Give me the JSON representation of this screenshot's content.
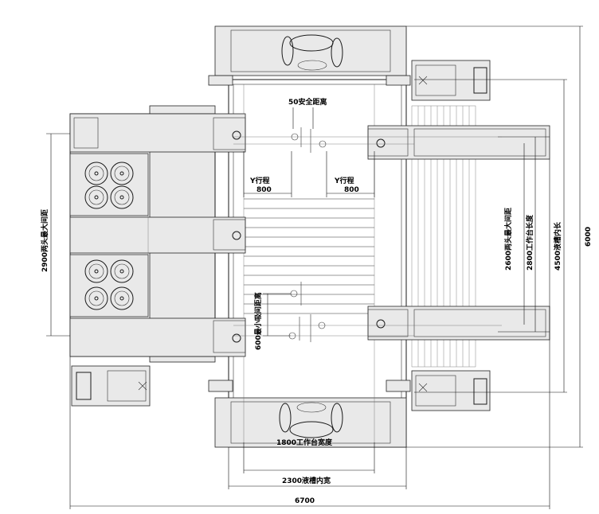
{
  "labels": {
    "safety_distance": "50安全距离",
    "y_travel_left": "Y行程",
    "y_travel_right": "Y行程",
    "travel_left_value": "800",
    "travel_right_value": "800",
    "min_spacing": "600最小吸间距离",
    "max_spacing_left": "2900两头最大间距",
    "max_spacing_right": "2600两头最大间距",
    "table_length": "2800工作台长度",
    "tank_inner_length": "4500液槽内长",
    "overall_height": "6000",
    "table_width": "1800工作台宽度",
    "tank_inner_width": "2300液槽内宽",
    "overall_width": "6700"
  }
}
